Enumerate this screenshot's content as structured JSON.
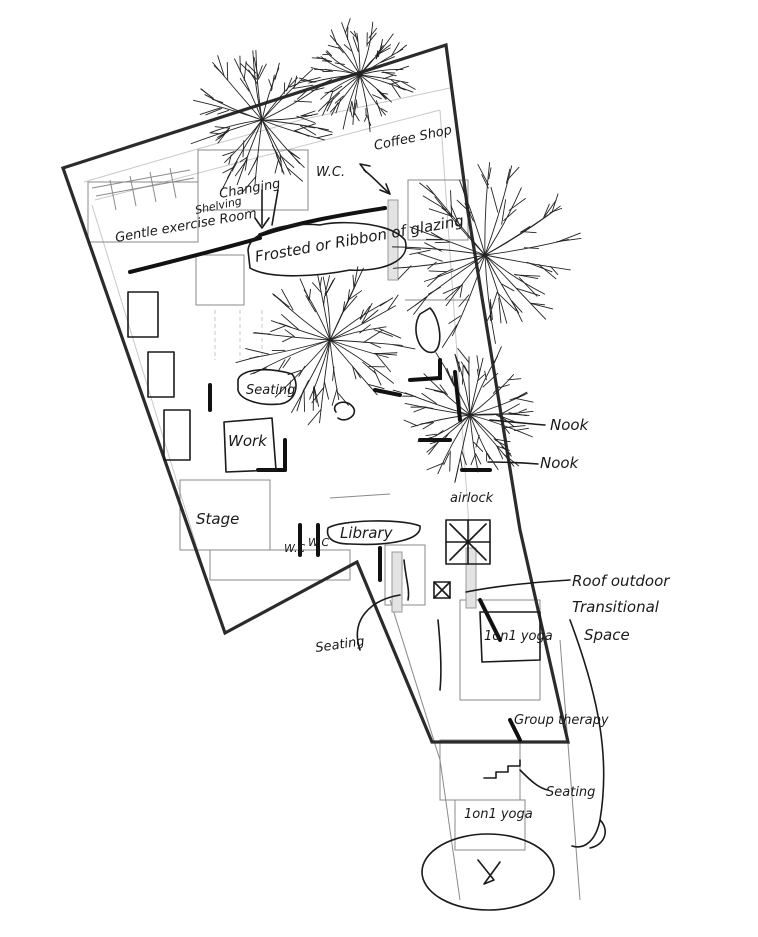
{
  "labels": {
    "coffee_shop": "Coffee Shop",
    "wc_top": "W.C.",
    "changing": "Changing",
    "shelving": "Shelving",
    "gentle_exercise_room": "Gentle exercise Room",
    "glazing_note": "Frosted or Ribbon of glazing",
    "seating_center": "Seating",
    "work": "Work",
    "stage": "Stage",
    "wc_left": "W.C",
    "wc_right": "W.C",
    "library": "Library",
    "airlock": "airlock",
    "nook_upper": "Nook",
    "nook_lower": "Nook",
    "roof_outdoor": "Roof outdoor",
    "transitional": "Transitional",
    "space": "Space",
    "seating_left": "Seating",
    "one_on_one_yoga_upper": "1on1 yoga",
    "group_therapy": "Group therapy",
    "seating_bottom": "Seating",
    "one_on_one_yoga_lower": "1on1 yoga"
  },
  "colors": {
    "ink": "#1a1a1a",
    "wall": "#2b2b2b",
    "grey_line": "#8a8a8a",
    "glazing_fill": "#e3e3e3"
  }
}
